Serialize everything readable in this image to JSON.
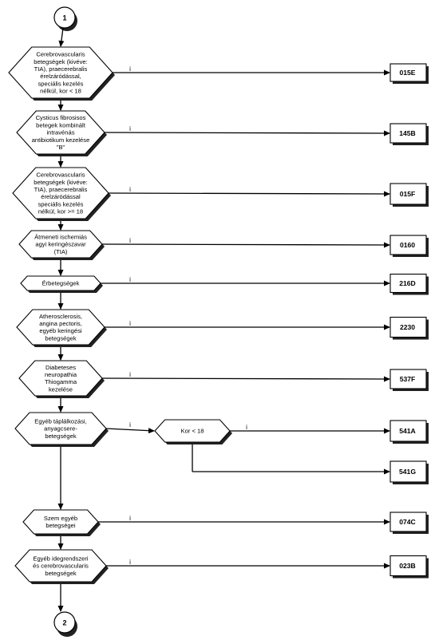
{
  "connectors": {
    "start": "1",
    "end": "2"
  },
  "yes_label": "i",
  "decisions": [
    {
      "id": "d1",
      "lines": [
        "Cerebrovascularis",
        "betegségek (kivéve:",
        "TIA), praecerebralis",
        "érelzáródással,",
        "speciális kezelés",
        "nélkül, kor < 18"
      ],
      "code": "015E"
    },
    {
      "id": "d2",
      "lines": [
        "Cysticus fibrosisos",
        "betegek kombinált",
        "intravénás",
        "antibiotikum kezelése",
        "\"B\""
      ],
      "code": "145B"
    },
    {
      "id": "d3",
      "lines": [
        "Cerebrovascularis",
        "betegségek (kivéve:",
        "TIA), praecerebralis",
        "érelzáródással",
        "speciális kezelés",
        "nélkül, kor >= 18"
      ],
      "code": "015F"
    },
    {
      "id": "d4",
      "lines": [
        "Átmeneti ischemiás",
        "agyi keringészavar",
        "(TIA)"
      ],
      "code": "0160"
    },
    {
      "id": "d5",
      "lines": [
        "Érbetegségek"
      ],
      "code": "216D"
    },
    {
      "id": "d6",
      "lines": [
        "Atherosclerosis,",
        "angina pectoris,",
        "egyéb keringési",
        "betegségek"
      ],
      "code": "2230"
    },
    {
      "id": "d7",
      "lines": [
        "Diabeteses",
        "neuropathia",
        "Thiogamma",
        "kezelése"
      ],
      "code": "537F"
    },
    {
      "id": "d8",
      "lines": [
        "Egyéb táplálkozási,",
        "anyagcsere-",
        "betegségek"
      ],
      "code": "541A",
      "sub": {
        "lines": [
          "Kor < 18"
        ],
        "code_no": "541G"
      }
    },
    {
      "id": "d9",
      "lines": [
        "Szem egyéb",
        "betegségei"
      ],
      "code": "074C"
    },
    {
      "id": "d10",
      "lines": [
        "Egyéb idegrendszeri",
        "és cerebrovascularis",
        "betegségek"
      ],
      "code": "023B"
    }
  ]
}
